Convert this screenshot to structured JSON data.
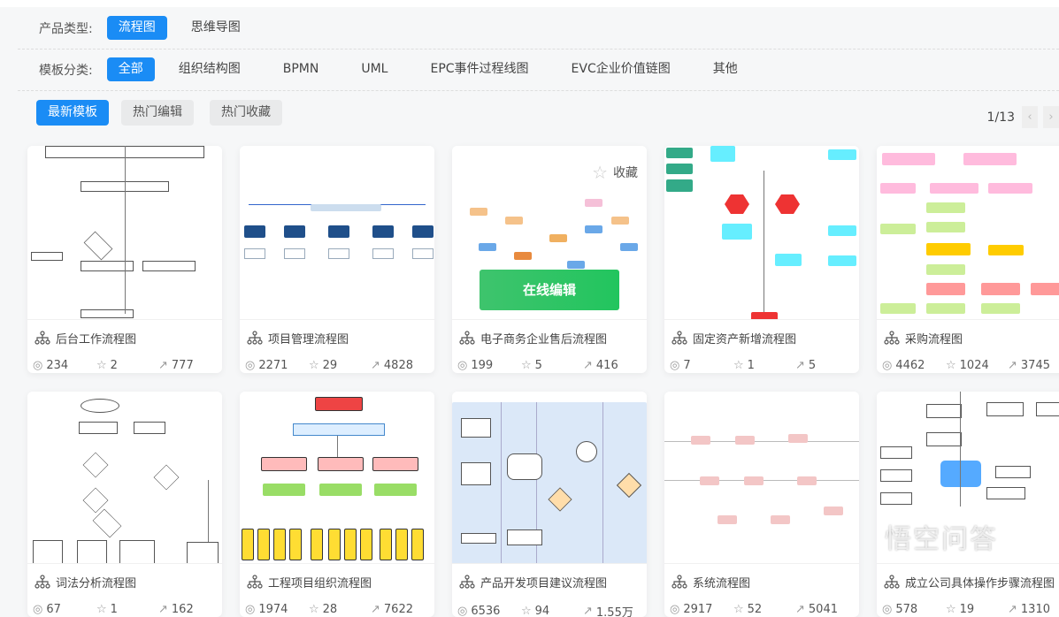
{
  "filters": {
    "product_label": "产品类型:",
    "product_types": [
      "流程图",
      "思维导图"
    ],
    "category_label": "模板分类:",
    "categories": [
      "全部",
      "组织结构图",
      "BPMN",
      "UML",
      "EPC事件过程线图",
      "EVC企业价值链图",
      "其他"
    ],
    "sorts": [
      "最新模板",
      "热门编辑",
      "热门收藏"
    ]
  },
  "pager": {
    "text": "1/13",
    "prev": "‹",
    "next": "›"
  },
  "hover": {
    "favorite": "收藏",
    "edit": "在线编辑"
  },
  "cards": [
    {
      "title": "后台工作流程图",
      "views": "234",
      "stars": "2",
      "edits": "777"
    },
    {
      "title": "项目管理流程图",
      "views": "2271",
      "stars": "29",
      "edits": "4828"
    },
    {
      "title": "电子商务企业售后流程图",
      "views": "199",
      "stars": "5",
      "edits": "416"
    },
    {
      "title": "固定资产新增流程图",
      "views": "7",
      "stars": "1",
      "edits": "5"
    },
    {
      "title": "采购流程图",
      "views": "4462",
      "stars": "1024",
      "edits": "3745"
    },
    {
      "title": "词法分析流程图",
      "views": "67",
      "stars": "1",
      "edits": "162"
    },
    {
      "title": "工程项目组织流程图",
      "views": "1974",
      "stars": "28",
      "edits": "7622"
    },
    {
      "title": "产品开发项目建议流程图",
      "views": "6536",
      "stars": "94",
      "edits": "1.55万"
    },
    {
      "title": "系统流程图",
      "views": "2917",
      "stars": "52",
      "edits": "5041"
    },
    {
      "title": "成立公司具体操作步骤流程图",
      "views": "578",
      "stars": "19",
      "edits": "1310"
    }
  ],
  "watermark": "悟空问答"
}
